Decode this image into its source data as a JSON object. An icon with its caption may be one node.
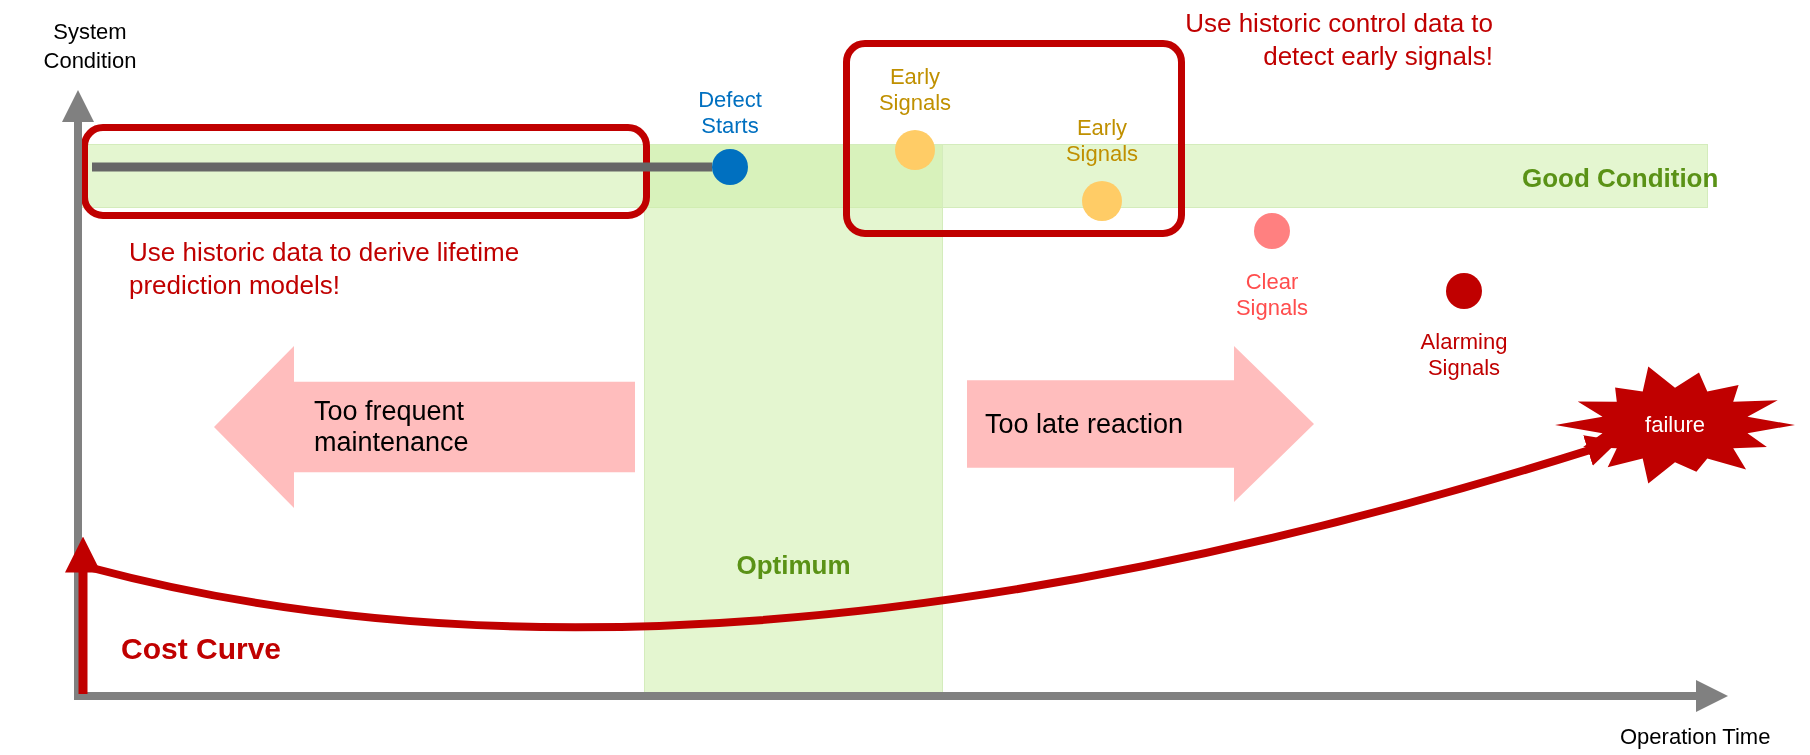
{
  "diagram": {
    "nodes": [
      {
        "text": [
          "Defect Starts"
        ]
      },
      {
        "text": [
          "Use historic control data to detect early signals!"
        ]
      },
      {
        "text": [
          "Early Signals"
        ],
        "in": 1
      },
      {
        "text": [
          "Early Signals"
        ],
        "in": 1
      },
      {
        "text": [
          "Use historic data to derive lifetime prediction models!"
        ]
      },
      {
        "text": [
          "Good Condition"
        ]
      },
      {
        "text": [
          "Clear Signals"
        ]
      },
      {
        "text": [
          "Alarming Signals"
        ]
      },
      {
        "text": [
          "Too frequent maintenance"
        ]
      },
      {
        "text": [
          "Too late reaction"
        ]
      },
      {
        "text": [
          "failure"
        ]
      },
      {
        "text": [
          "Optimum"
        ]
      }
    ],
    "edges": [
      {
        "from": null,
        "to": 10,
        "arrow": "to"
      }
    ],
    "labels": [
      "System Condition",
      "Cost Curve",
      "Operation Time"
    ]
  }
}
